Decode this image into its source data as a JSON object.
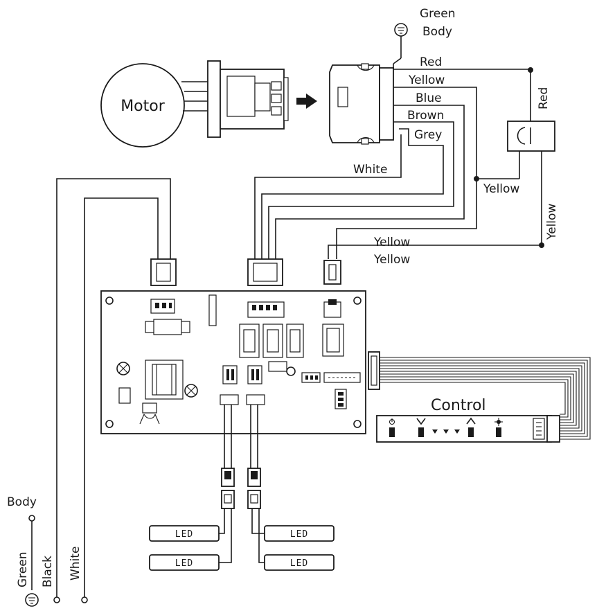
{
  "components": {
    "motor": "Motor",
    "control": "Control",
    "led_labels": [
      "LED",
      "LED",
      "LED",
      "LED"
    ]
  },
  "ground_top": {
    "line1": "Green",
    "line2": "Body"
  },
  "wires": {
    "red": "Red",
    "yellow": "Yellow",
    "blue": "Blue",
    "brown": "Brown",
    "grey": "Grey",
    "white": "White",
    "red_vertical": "Red",
    "yellow_cap": "Yellow",
    "yellow_vertical": "Yellow",
    "yellow_lower_1": "Yellow",
    "yellow_lower_2": "Yellow"
  },
  "power": {
    "body": "Body",
    "green": "Green",
    "black": "Black",
    "white": "White"
  }
}
